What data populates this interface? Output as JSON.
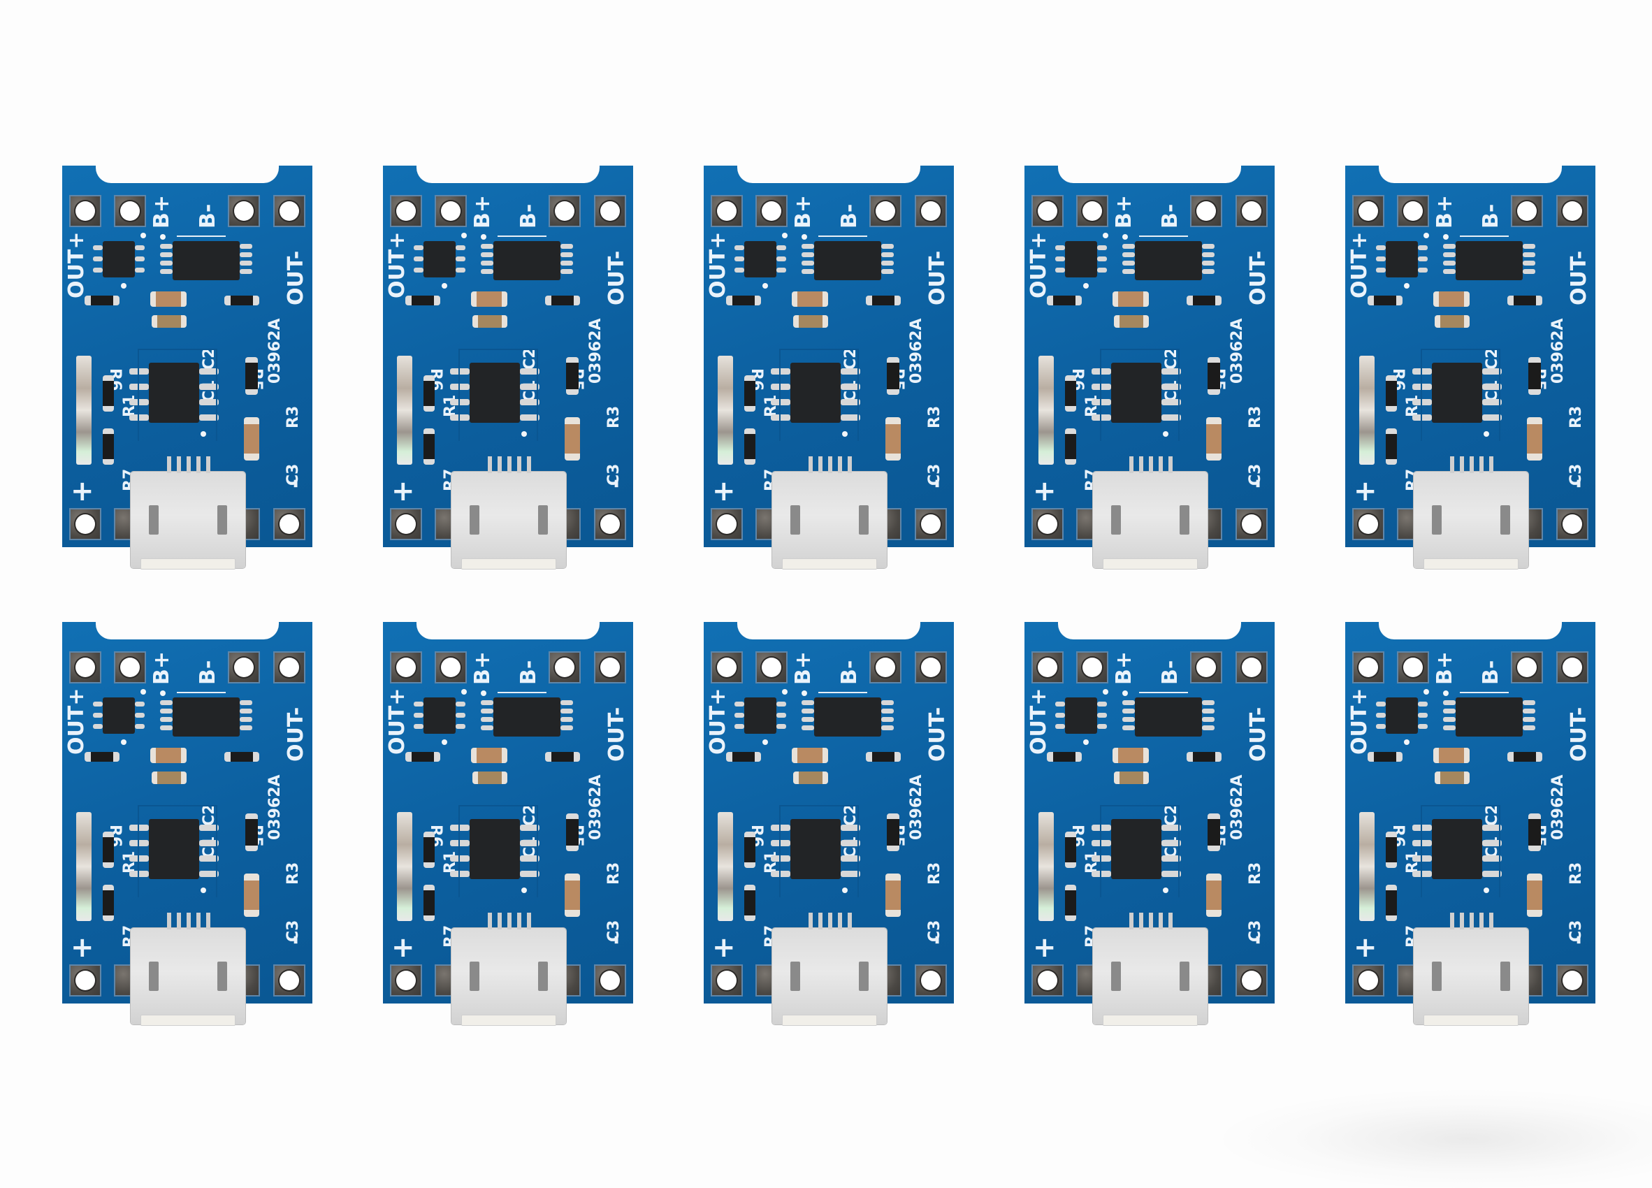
{
  "scene": {
    "description": "Product photo of ten identical blue lithium battery charger modules (TP4056-style) with micro USB connectors arranged in a 2x5 grid on a white background",
    "background_color": "#fdfdfd",
    "pcb_color": "#0d63a6",
    "grid": {
      "rows": 2,
      "columns": 5
    },
    "board_count": 10
  },
  "board": {
    "labels": {
      "b_plus": "B+",
      "b_minus": "B-",
      "out_plus": "OUT+",
      "out_minus": "OUT-",
      "in_plus": "+",
      "in_minus": "-",
      "r1": "R1",
      "r3": "R3",
      "r7": "R7",
      "r5": "R5",
      "r6": "R6",
      "c1": "C1",
      "c2": "C2",
      "c3": "C3",
      "code": "03962A"
    },
    "connector": "micro-usb"
  },
  "boards": [
    {
      "row": 1,
      "col": 1
    },
    {
      "row": 1,
      "col": 2
    },
    {
      "row": 1,
      "col": 3
    },
    {
      "row": 1,
      "col": 4
    },
    {
      "row": 1,
      "col": 5
    },
    {
      "row": 2,
      "col": 1
    },
    {
      "row": 2,
      "col": 2
    },
    {
      "row": 2,
      "col": 3
    },
    {
      "row": 2,
      "col": 4
    },
    {
      "row": 2,
      "col": 5
    }
  ]
}
